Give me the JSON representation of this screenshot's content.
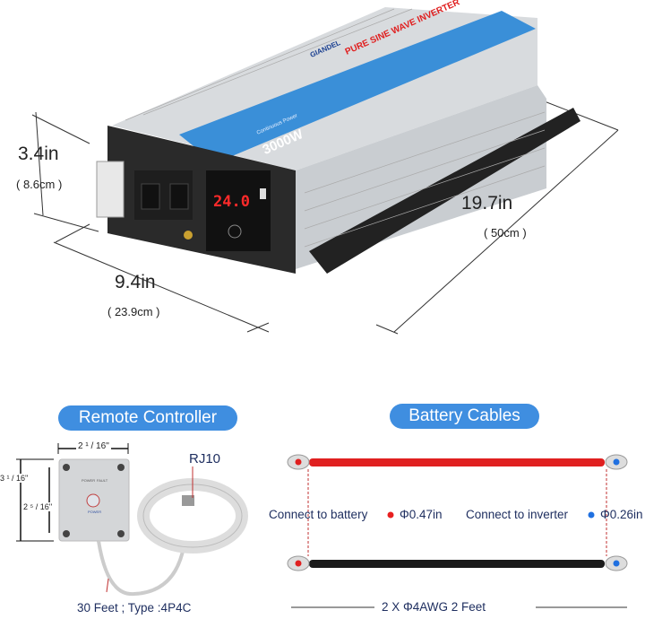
{
  "dimensions": {
    "height_in": "3.4in",
    "height_cm": "( 8.6cm )",
    "width_in": "9.4in",
    "width_cm": "( 23.9cm )",
    "length_in": "19.7in",
    "length_cm": "( 50cm )"
  },
  "inverter": {
    "brand": "GIANDEL",
    "title": "PURE SINE WAVE INVERTER",
    "power": "3000W",
    "power_caption": "Continuous Power",
    "display_value": "24.0"
  },
  "remote": {
    "heading": "Remote Controller",
    "width_dim": "2 ¹ / 16''",
    "outer_height_dim": "3 ¹ / 16''",
    "inner_height_dim": "2 ⁵ / 16''",
    "connector": "RJ10",
    "cable_spec": "30 Feet ; Type :4P4C",
    "led_power": "POWER",
    "led_fault": "FAULT",
    "button_label": "POWER"
  },
  "cables": {
    "heading": "Battery Cables",
    "battery_label": "Connect to battery",
    "battery_diameter": "Φ0.47in",
    "inverter_label": "Connect to inverter",
    "inverter_diameter": "Φ0.26in",
    "spec": "2 X Φ4AWG 2 Feet",
    "colors": {
      "positive": "#e02020",
      "negative": "#1a1a1a",
      "battery_dot": "#e82020",
      "inverter_dot": "#2070e0",
      "pill": "#3f8ee0"
    }
  }
}
